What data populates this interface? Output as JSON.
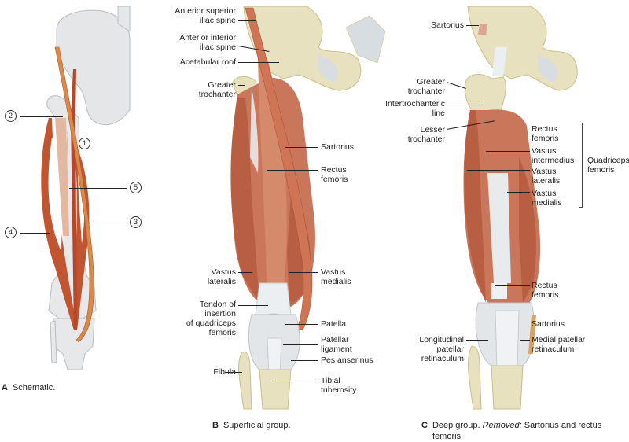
{
  "panels": {
    "a": {
      "caption_letter": "A",
      "caption_text": "Schematic.",
      "markers": [
        "1",
        "2",
        "3",
        "4",
        "5"
      ]
    },
    "b": {
      "caption_letter": "B",
      "caption_text": "Superficial group.",
      "labels": {
        "asis": [
          "Anterior superior",
          "iliac spine"
        ],
        "aiis": [
          "Anterior inferior",
          "iliac spine"
        ],
        "acetabular_roof": "Acetabular roof",
        "greater_trochanter": [
          "Greater",
          "trochanter"
        ],
        "sartorius": "Sartorius",
        "rectus_femoris": [
          "Rectus",
          "femoris"
        ],
        "vastus_lateralis": [
          "Vastus",
          "lateralis"
        ],
        "vastus_medialis": [
          "Vastus",
          "medialis"
        ],
        "tendon": [
          "Tendon of",
          "insertion",
          "of quadriceps",
          "femoris"
        ],
        "patella": "Patella",
        "patellar_ligament": [
          "Patellar",
          "ligament"
        ],
        "pes_anserinus": "Pes anserinus",
        "fibula": "Fibula",
        "tibial_tuberosity": [
          "Tibial",
          "tuberosity"
        ]
      }
    },
    "c": {
      "caption_letter": "C",
      "caption_text_before": "Deep group. ",
      "caption_italic": "Removed:",
      "caption_text_after": " Sartorius and rectus",
      "caption_line2": "femoris.",
      "labels": {
        "sartorius_top": "Sartorius",
        "greater_trochanter": [
          "Greater",
          "trochanter"
        ],
        "intertrochanteric_line": [
          "Intertrochanteric",
          "line"
        ],
        "lesser_trochanter": [
          "Lesser",
          "trochanter"
        ],
        "rectus_femoris_top": [
          "Rectus",
          "femoris"
        ],
        "vastus_intermedius": [
          "Vastus",
          "intermedius"
        ],
        "vastus_lateralis": [
          "Vastus",
          "lateralis"
        ],
        "vastus_medialis": [
          "Vastus",
          "medialis"
        ],
        "quadriceps_femoris": [
          "Quadriceps",
          "femoris"
        ],
        "rectus_femoris_bottom": [
          "Rectus",
          "femoris"
        ],
        "sartorius_bottom": "Sartorius",
        "longitudinal_retinaculum": [
          "Longitudinal",
          "patellar",
          "retinaculum"
        ],
        "medial_retinaculum": [
          "Medial patellar",
          "retinaculum"
        ]
      }
    }
  },
  "colors": {
    "muscle": "#c8694a",
    "muscle_dark": "#a84e33",
    "muscle_light": "#d9987a",
    "bone": "#e7e1bf",
    "bone_dark": "#c9bf86",
    "tendon": "#eceff1",
    "schematic_bone": "#e4e6e8",
    "schematic_muscle": "#c0552f",
    "schematic_sartorius": "#d98a4a"
  }
}
